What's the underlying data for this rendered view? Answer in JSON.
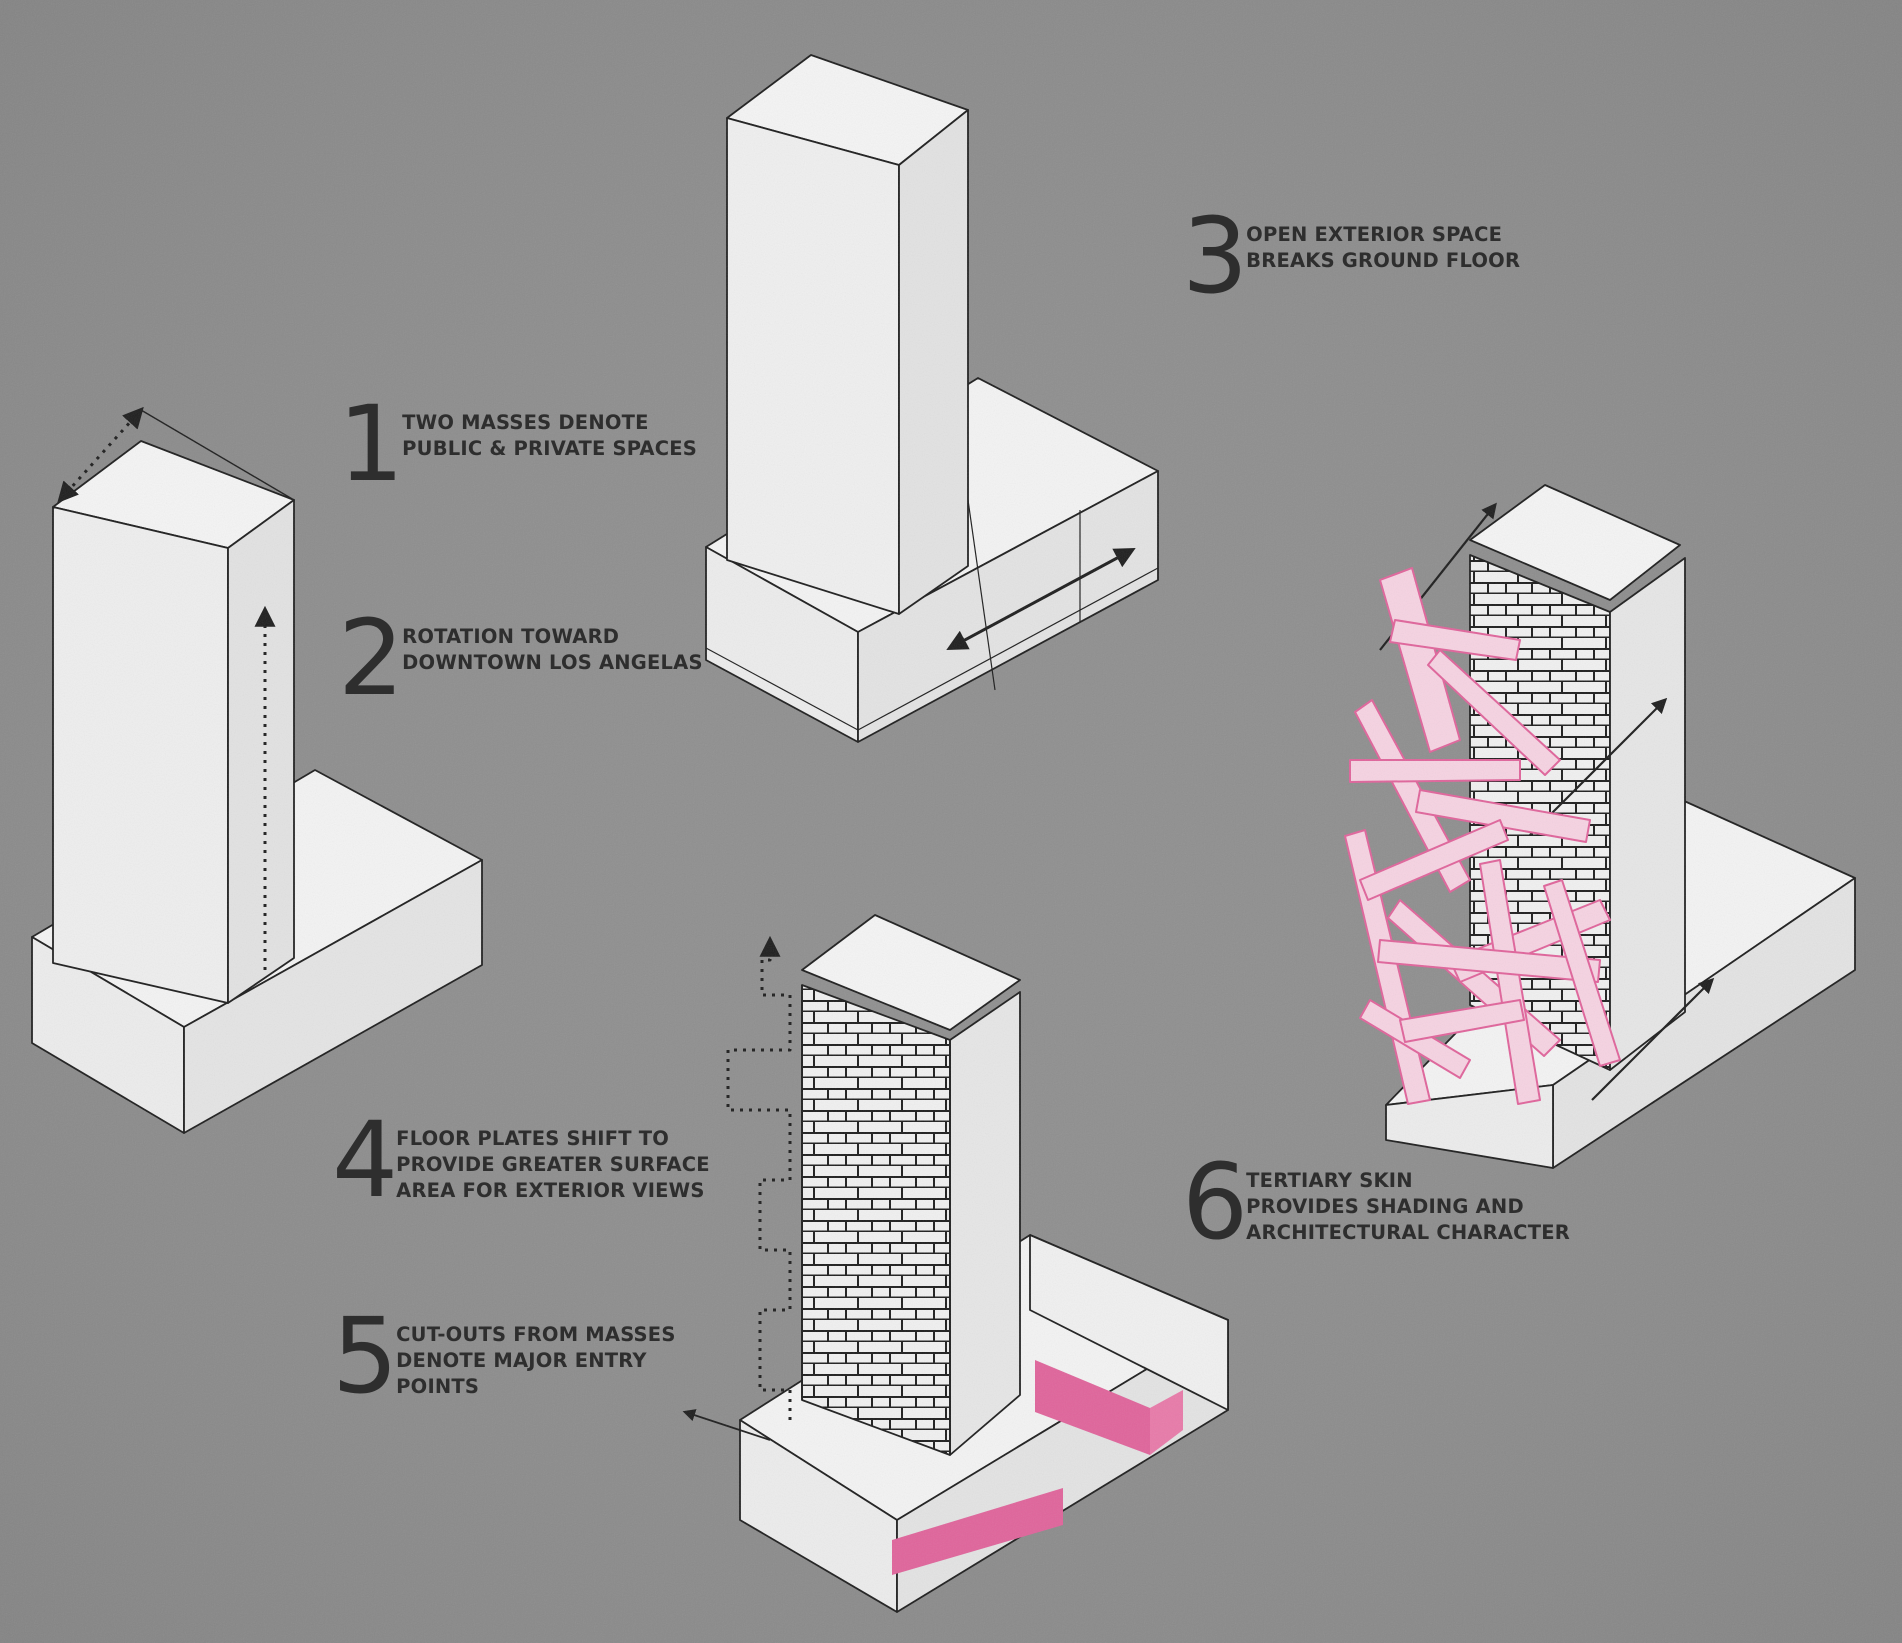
{
  "palette": {
    "background": "#8f8f8f",
    "mass_fill": "#f2f2f2",
    "edge": "#1e1e1e",
    "accent": "#e0649b",
    "text": "#2e2e2e"
  },
  "steps": [
    {
      "number": "1",
      "lines": [
        "TWO MASSES DENOTE",
        "PUBLIC & PRIVATE SPACES"
      ]
    },
    {
      "number": "2",
      "lines": [
        "ROTATION TOWARD",
        "DOWNTOWN LOS ANGELAS"
      ]
    },
    {
      "number": "3",
      "lines": [
        "OPEN EXTERIOR SPACE",
        "BREAKS GROUND FLOOR"
      ]
    },
    {
      "number": "4",
      "lines": [
        "FLOOR PLATES SHIFT TO",
        "PROVIDE GREATER SURFACE",
        "AREA FOR EXTERIOR VIEWS"
      ]
    },
    {
      "number": "5",
      "lines": [
        "CUT-OUTS FROM MASSES",
        "DENOTE MAJOR ENTRY",
        "POINTS"
      ]
    },
    {
      "number": "6",
      "lines": [
        "TERTIARY SKIN",
        "PROVIDES SHADING AND",
        "ARCHITECTURAL CHARACTER"
      ]
    }
  ]
}
